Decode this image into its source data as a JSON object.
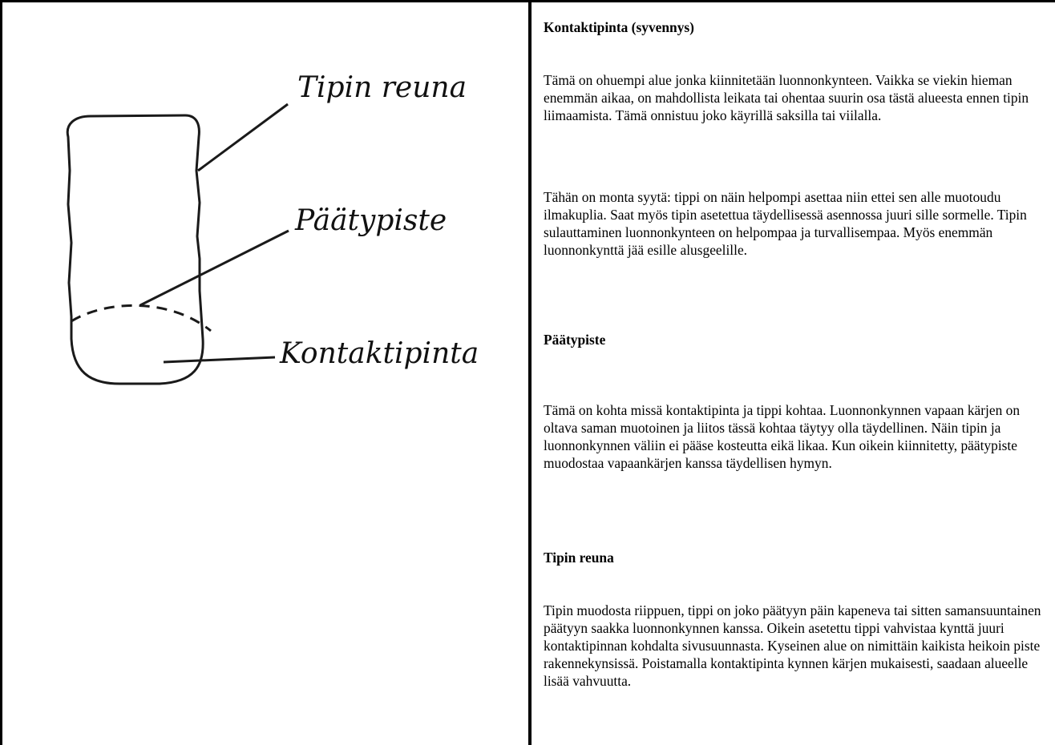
{
  "diagram": {
    "labels": {
      "tip_edge": "Tipin reuna",
      "stress_point": "Päätypiste",
      "contact_area": "Kontaktipinta"
    }
  },
  "sections": [
    {
      "heading": "Kontaktipinta (syvennys)",
      "paragraphs": [
        "Tämä on ohuempi alue jonka kiinnitetään luonnonkynteen. Vaikka se viekin hieman enemmän aikaa, on mahdollista leikata tai ohentaa suurin osa tästä alueesta ennen tipin liimaamista. Tämä onnistuu joko käyrillä saksilla tai viilalla.",
        "Tähän on monta syytä: tippi on näin helpompi asettaa niin ettei sen alle muotoudu ilmakuplia. Saat myös tipin asetettua täydellisessä asennossa juuri sille sormelle. Tipin sulauttaminen luonnonkynteen on helpompaa ja turvallisempaa. Myös enemmän luonnonkynttä jää esille alusgeelille."
      ]
    },
    {
      "heading": "Päätypiste",
      "paragraphs": [
        "Tämä on kohta missä kontaktipinta ja tippi kohtaa. Luonnonkynnen vapaan kärjen on oltava saman muotoinen ja liitos tässä kohtaa täytyy olla täydellinen. Näin tipin ja luonnonkynnen väliin ei pääse kosteutta eikä likaa. Kun oikein kiinnitetty, päätypiste muodostaa vapaankärjen kanssa täydellisen hymyn."
      ]
    },
    {
      "heading": "Tipin reuna",
      "paragraphs": [
        "Tipin muodosta riippuen, tippi on joko päätyyn päin kapeneva tai sitten samansuuntainen päätyyn saakka luonnonkynnen kanssa. Oikein asetettu tippi vahvistaa kynttä juuri kontaktipinnan kohdalta sivusuunnasta. Kyseinen alue on nimittäin kaikista heikoin piste rakennekynsissä. Poistamalla kontaktipinta kynnen kärjen mukaisesti, saadaan alueelle lisää vahvuutta."
      ]
    }
  ]
}
